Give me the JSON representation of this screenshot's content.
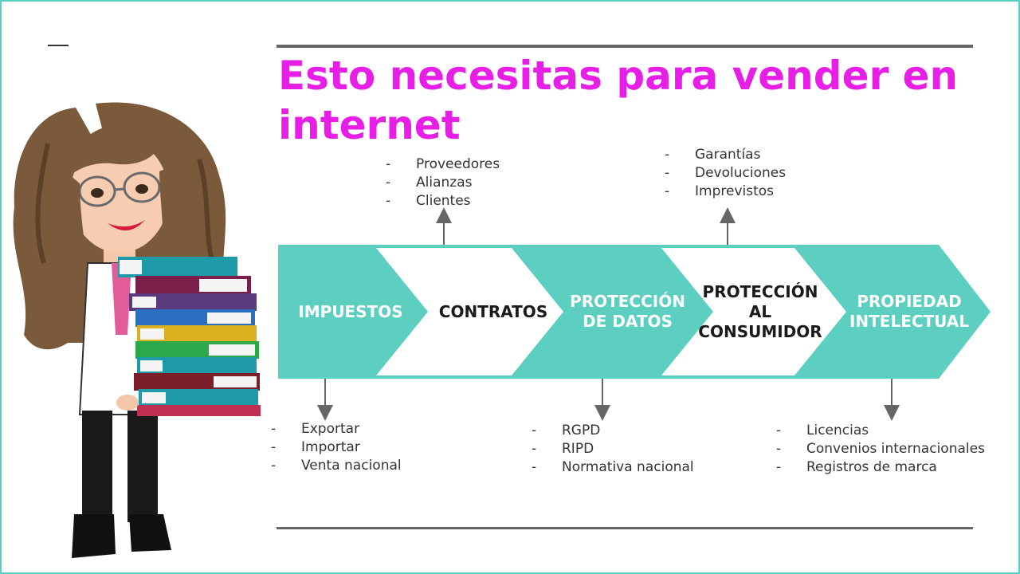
{
  "title": "Esto necesitas para vender en internet",
  "colors": {
    "title": "#e61ee6",
    "teal": "#5ccfc0",
    "rule": "#666666",
    "frame": "#5ccfc0"
  },
  "stages": [
    {
      "label": "IMPUESTOS",
      "fill": "teal",
      "items": [
        "Exportar",
        "Importar",
        "Venta nacional"
      ],
      "items_position": "below"
    },
    {
      "label": "CONTRATOS",
      "fill": "white",
      "items": [
        "Proveedores",
        "Alianzas",
        "Clientes"
      ],
      "items_position": "above"
    },
    {
      "label": "PROTECCIÓN\nDE DATOS",
      "fill": "teal",
      "items": [
        "RGPD",
        "RIPD",
        "Normativa nacional"
      ],
      "items_position": "below"
    },
    {
      "label": "PROTECCIÓN\nAL\nCONSUMIDOR",
      "fill": "white",
      "items": [
        "Garantías",
        "Devoluciones",
        "Imprevistos"
      ],
      "items_position": "above"
    },
    {
      "label": "PROPIEDAD\nINTELECTUAL",
      "fill": "teal",
      "items": [
        "Licencias",
        "Convenios internacionales",
        "Registros de marca"
      ],
      "items_position": "below"
    }
  ],
  "illustration": "cartoon-avatar-holding-books"
}
